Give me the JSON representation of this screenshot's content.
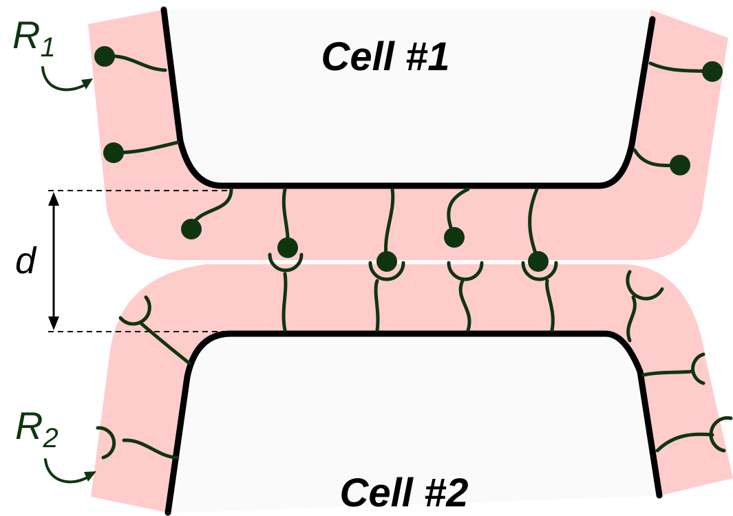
{
  "colors": {
    "glycocalyx": "#ffcccc",
    "cell_fill": "#fafafa",
    "membrane": "#000000",
    "receptor": "#0f3510",
    "receptor_dot": "#0f3510"
  },
  "cell1": {
    "title": "Cell #1"
  },
  "cell2": {
    "title": "Cell #2"
  },
  "receptor1": {
    "letter": "R",
    "subscript": "1"
  },
  "receptor2": {
    "letter": "R",
    "subscript": "2"
  },
  "gap": {
    "label": "d"
  }
}
